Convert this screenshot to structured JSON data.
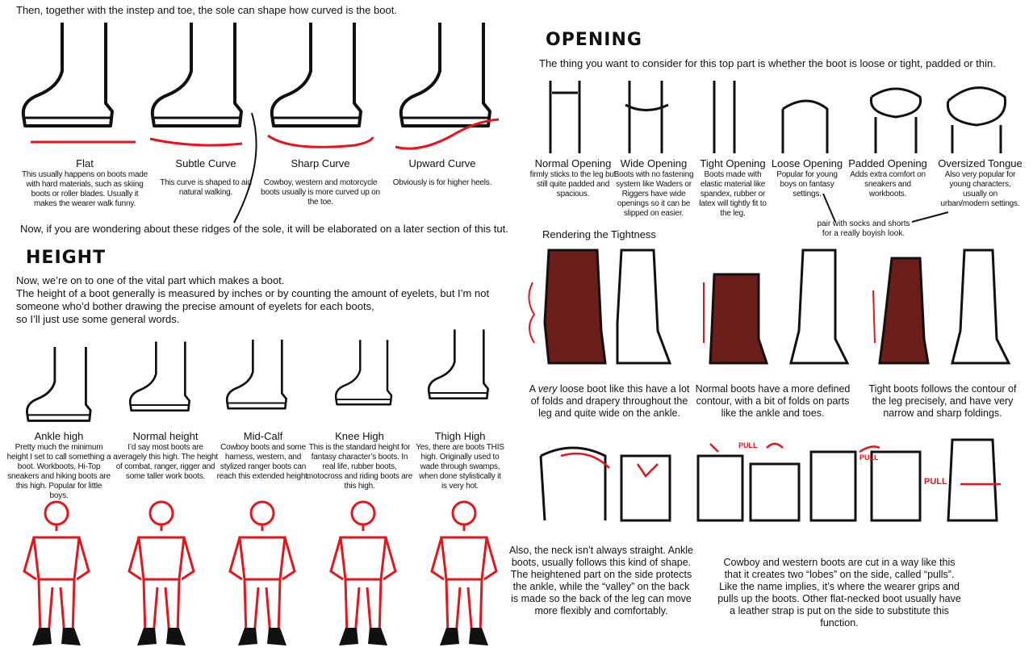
{
  "sole": {
    "intro": "Then, together with the instep and toe, the sole can shape how curved is the boot.",
    "items": [
      {
        "title": "Flat",
        "desc": "This usually happens on boots made with hard materials, such as skiing boots or roller blades. Usually it makes the wearer walk funny."
      },
      {
        "title": "Subtle Curve",
        "desc": "This curve is shaped to aid natural walking."
      },
      {
        "title": "Sharp Curve",
        "desc": "Cowboy, western and motorcycle boots usually is more curved up on the toe."
      },
      {
        "title": "Upward Curve",
        "desc": "Obviously is for higher heels."
      }
    ],
    "note": "Now, if you are wondering about these ridges of the sole, it will be elaborated on a later section of this tut."
  },
  "height": {
    "heading": "HEIGHT",
    "lines": [
      "Now, we’re on to one of the vital part which makes a boot.",
      "The height of a boot generally is measured by inches or by counting the amount of eyelets, but I’m not",
      "someone who’d bother drawing the precise amount of eyelets for each boots,",
      "so I’ll just use some general words."
    ],
    "items": [
      {
        "title": "Ankle high",
        "desc": "Pretty much the minimum height I set to call something a boot. Workboots, Hi-Top sneakers and hiking boots are this high. Popular for little boys."
      },
      {
        "title": "Normal height",
        "desc": "I’d say most boots are averagely this high. The height of combat, ranger, rigger and some taller work boots."
      },
      {
        "title": "Mid-Calf",
        "desc": "Cowboy boots and some harness, western, and stylized ranger boots can reach this extended height."
      },
      {
        "title": "Knee High",
        "desc": "This is the standard height for fantasy character’s boots. In real life, rubber boots, motocross and riding boots are this high."
      },
      {
        "title": "Thigh High",
        "desc": "Yes, there are boots THIS high. Originally used to wade through swamps, when done stylistically it is very hot."
      }
    ]
  },
  "opening": {
    "heading": "OPENING",
    "intro": "The thing you want to consider for this top part is whether the boot is loose or tight, padded or thin.",
    "items": [
      {
        "title": "Normal Opening",
        "desc": "firmly sticks to the leg but still quite padded and spacious."
      },
      {
        "title": "Wide Opening",
        "desc": "Boots with no fastening system like Waders or Riggers have wide openings so it can be slipped on easier."
      },
      {
        "title": "Tight Opening",
        "desc": "Boots made with elastic material like spandex, rubber or latex will tightly fit to the leg."
      },
      {
        "title": "Loose Opening",
        "desc": "Popular for young boys on fantasy settings."
      },
      {
        "title": "Padded Opening",
        "desc": "Adds extra comfort on sneakers and workboots."
      },
      {
        "title": "Oversized Tongue",
        "desc": "Also very popular for young characters, usually on urban/modern settings."
      }
    ],
    "pair_note": "pair with socks and shorts for a really boyish look.",
    "rendering_title": "Rendering the Tightness",
    "rendering": [
      {
        "pre": "A ",
        "em": "very",
        "post": " loose boot like this have a lot of folds and drapery throughout the leg and quite wide on the ankle."
      },
      {
        "text": "Normal boots have a more defined contour, with a bit of folds on parts like the ankle and toes."
      },
      {
        "text": "Tight boots follows the contour of the leg precisely, and have very narrow and sharp foldings."
      }
    ],
    "pull_labels": [
      "PULL",
      "PULL",
      "PULL"
    ],
    "neck_text": "Also, the neck isn’t always straight. Ankle boots, usually follows this kind of shape. The heightened part on the side protects the ankle, while the “valley” on the back is made so the back of the leg can move more flexibly and comfortably.",
    "pulls_text": "Cowboy and western boots are cut in a way like this that it creates two “lobes” on the side, called “pulls”. Like the name implies, it’s where the wearer grips and pulls up the boots. Other flat-necked boot usually have a leather strap is put on the side to substitute this function."
  },
  "colors": {
    "accent": "#e8141b",
    "leather": "#6b1e1a"
  }
}
